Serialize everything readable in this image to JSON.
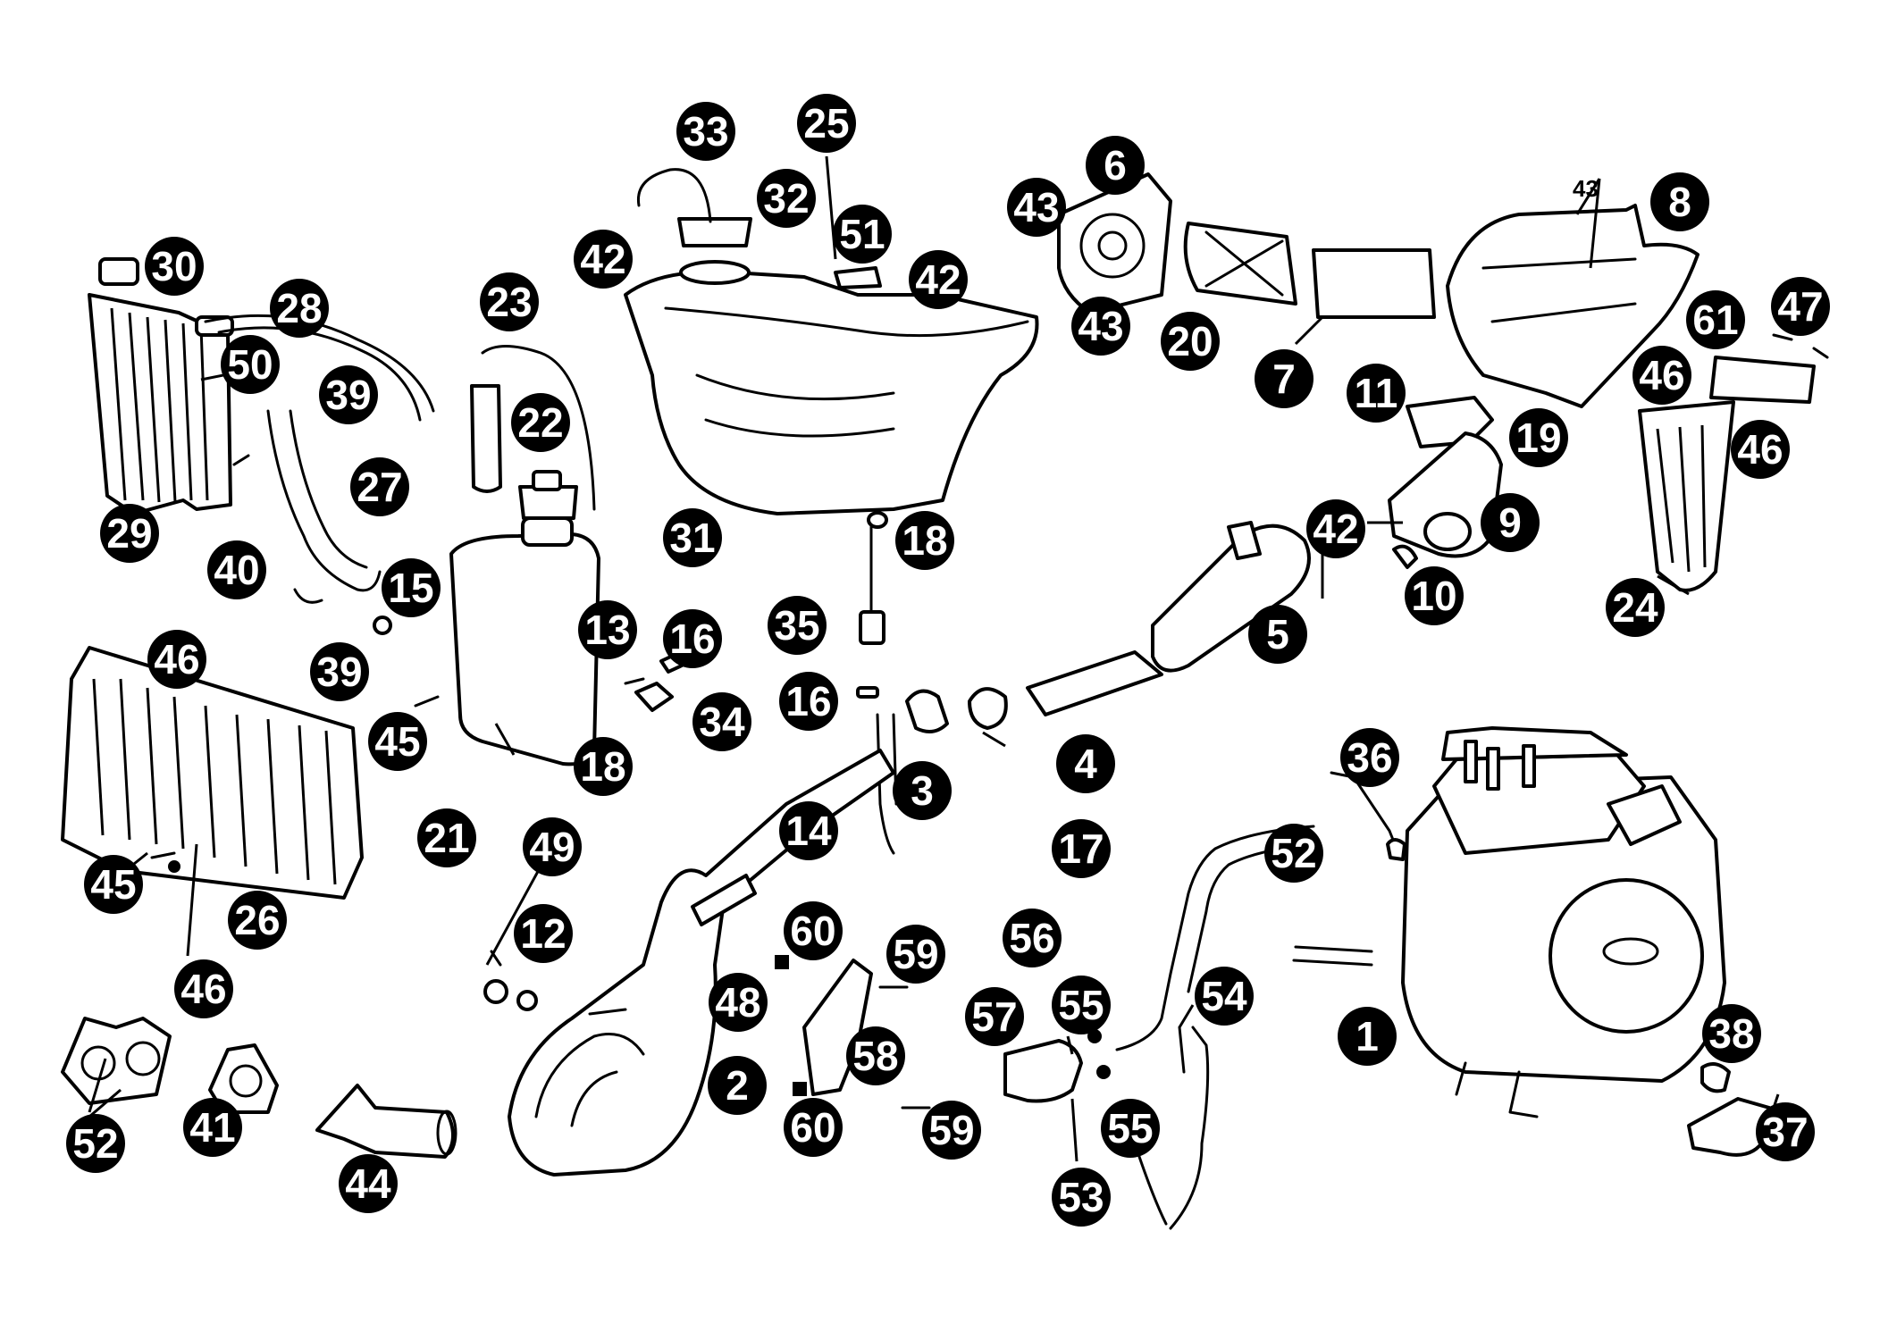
{
  "diagram": {
    "kind": "exploded parts diagram",
    "callout_color": "#000000",
    "callout_text_color": "#ffffff",
    "line_color": "#000000",
    "background": "#ffffff"
  },
  "callouts": {
    "c1": "1",
    "c2": "2",
    "c3": "3",
    "c4": "4",
    "c5": "5",
    "c6": "6",
    "c7": "7",
    "c8": "8",
    "c9": "9",
    "c10": "10",
    "c11": "11",
    "c12": "12",
    "c13": "13",
    "c14": "14",
    "c15": "15",
    "c16a": "16",
    "c16b": "16",
    "c17": "17",
    "c18a": "18",
    "c18b": "18",
    "c19": "19",
    "c20": "20",
    "c21": "21",
    "c22": "22",
    "c23": "23",
    "c24": "24",
    "c25": "25",
    "c26": "26",
    "c27": "27",
    "c28": "28",
    "c29": "29",
    "c30": "30",
    "c31": "31",
    "c32": "32",
    "c33": "33",
    "c34": "34",
    "c35": "35",
    "c36": "36",
    "c37": "37",
    "c38": "38",
    "c39a": "39",
    "c39b": "39",
    "c40": "40",
    "c41": "41",
    "c42a": "42",
    "c42b": "42",
    "c42c": "42",
    "c43a": "43",
    "c43b": "43",
    "c44": "44",
    "c45a": "45",
    "c45b": "45",
    "c46a": "46",
    "c46b": "46",
    "c46c": "46",
    "c46d": "46",
    "c47": "47",
    "c48": "48",
    "c49": "49",
    "c50": "50",
    "c51": "51",
    "c52a": "52",
    "c52b": "52",
    "c53": "53",
    "c54": "54",
    "c55a": "55",
    "c55b": "55",
    "c56": "56",
    "c57": "57",
    "c58": "58",
    "c59a": "59",
    "c59b": "59",
    "c60a": "60",
    "c60b": "60",
    "c61": "61"
  },
  "inline_labels": {
    "airbox_43": "43"
  }
}
